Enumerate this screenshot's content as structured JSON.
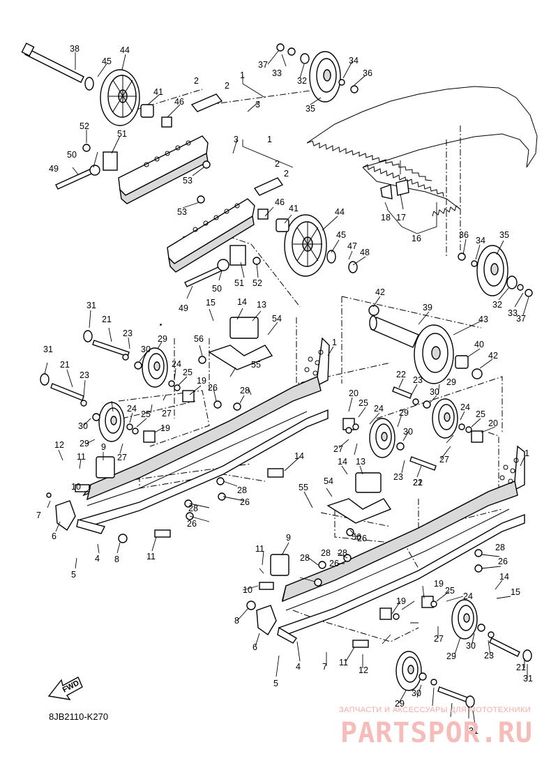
{
  "diagram_code": "8JB2110-K270",
  "fwd_label": "FWD",
  "watermark": {
    "tagline": "ЗАПЧАСТИ И АКСЕССУАРЫ ДЛЯ МОТОТЕХНИКИ",
    "brand": "PARTSPOR.RU"
  },
  "callouts": [
    "1",
    "1",
    "1",
    "1",
    "2",
    "2",
    "2",
    "2",
    "3",
    "3",
    "4",
    "4",
    "5",
    "5",
    "6",
    "6",
    "7",
    "7",
    "8",
    "8",
    "9",
    "9",
    "10",
    "10",
    "11",
    "11",
    "11",
    "11",
    "12",
    "12",
    "13",
    "13",
    "14",
    "14",
    "14",
    "14",
    "15",
    "15",
    "16",
    "17",
    "18",
    "19",
    "19",
    "19",
    "19",
    "20",
    "20",
    "21",
    "21",
    "21",
    "21",
    "22",
    "22",
    "23",
    "23",
    "23",
    "23",
    "23",
    "24",
    "24",
    "24",
    "24",
    "24",
    "25",
    "25",
    "25",
    "25",
    "25",
    "26",
    "26",
    "26",
    "26",
    "26",
    "26",
    "27",
    "27",
    "27",
    "27",
    "27",
    "28",
    "28",
    "28",
    "28",
    "28",
    "28",
    "28",
    "29",
    "29",
    "29",
    "29",
    "29",
    "29",
    "30",
    "30",
    "30",
    "30",
    "30",
    "30",
    "31",
    "31",
    "31",
    "31",
    "32",
    "32",
    "33",
    "33",
    "34",
    "34",
    "35",
    "35",
    "36",
    "36",
    "37",
    "37",
    "38",
    "39",
    "40",
    "41",
    "41",
    "42",
    "42",
    "43",
    "44",
    "44",
    "45",
    "45",
    "46",
    "46",
    "47",
    "48",
    "49",
    "49",
    "50",
    "50",
    "51",
    "51",
    "52",
    "52",
    "53",
    "53",
    "54",
    "54",
    "55",
    "55",
    "56",
    "56"
  ],
  "colors": {
    "line": "#000000",
    "watermark_red": "#f4aaa8"
  }
}
